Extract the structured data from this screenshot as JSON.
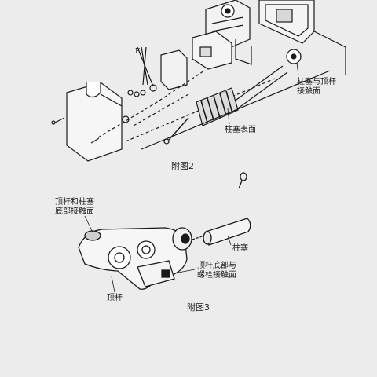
{
  "figure2": {
    "caption": "附图2",
    "labels": {
      "plunger_pushrod_contact": [
        "柱塞与顶杆",
        "接触面"
      ],
      "plunger_surface": "柱塞表面"
    }
  },
  "figure3": {
    "caption": "附图3",
    "labels": {
      "pushrod_plunger_bottom_contact": [
        "顶杆和柱塞",
        "底部接触面"
      ],
      "plunger": "柱塞",
      "pushrod_bolt_contact": [
        "顶杆底部与",
        "螺栓接触面"
      ],
      "pushrod": "顶杆"
    }
  },
  "colors": {
    "background": "#ececec",
    "ink": "#1a1a1a"
  }
}
